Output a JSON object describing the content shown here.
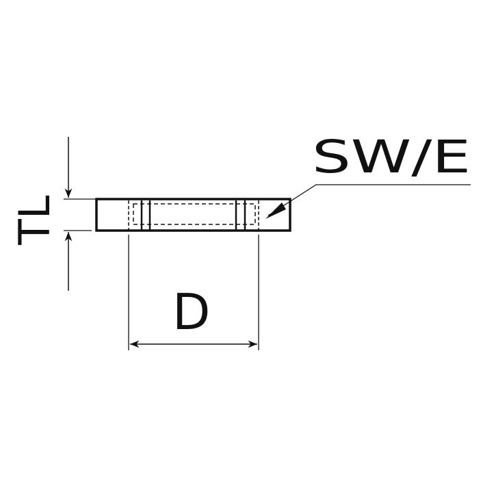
{
  "labels": {
    "thickness": "TL",
    "diameter": "D",
    "wrench_size": "SW/E"
  },
  "colors": {
    "line": "#111111",
    "background": "#ffffff"
  }
}
